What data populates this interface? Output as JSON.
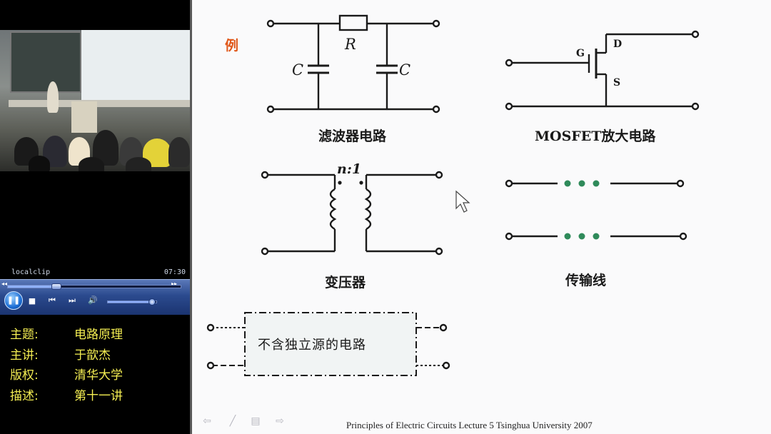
{
  "player": {
    "clip_name": "localclip",
    "clip_time": "07:30",
    "seek_progress": 0.28,
    "volume": 0.88,
    "icons": [
      "pause-icon",
      "stop-icon",
      "prev-icon",
      "next-icon",
      "volume-icon"
    ]
  },
  "info": [
    {
      "label": "主题:",
      "value": "电路原理"
    },
    {
      "label": "主讲:",
      "value": "于歆杰"
    },
    {
      "label": "版权:",
      "value": "清华大学"
    },
    {
      "label": "描述:",
      "value": "第十一讲"
    }
  ],
  "slide": {
    "example_mark": "例",
    "filter": {
      "caption": "滤波器电路",
      "r_label": "R",
      "c_left": "C",
      "c_right": "C"
    },
    "mosfet": {
      "caption": "MOSFET放大电路",
      "gate": "G",
      "drain": "D",
      "source": "S"
    },
    "transformer": {
      "caption": "变压器",
      "ratio": "n:1"
    },
    "transmission": {
      "caption": "传输线"
    },
    "box_text": "不含独立源的电路",
    "footer": "Principles of Electric Circuits Lecture 5 Tsinghua University 2007",
    "nav_icons": [
      "back-arrow-icon",
      "pen-icon",
      "menu-icon",
      "forward-arrow-icon"
    ]
  }
}
